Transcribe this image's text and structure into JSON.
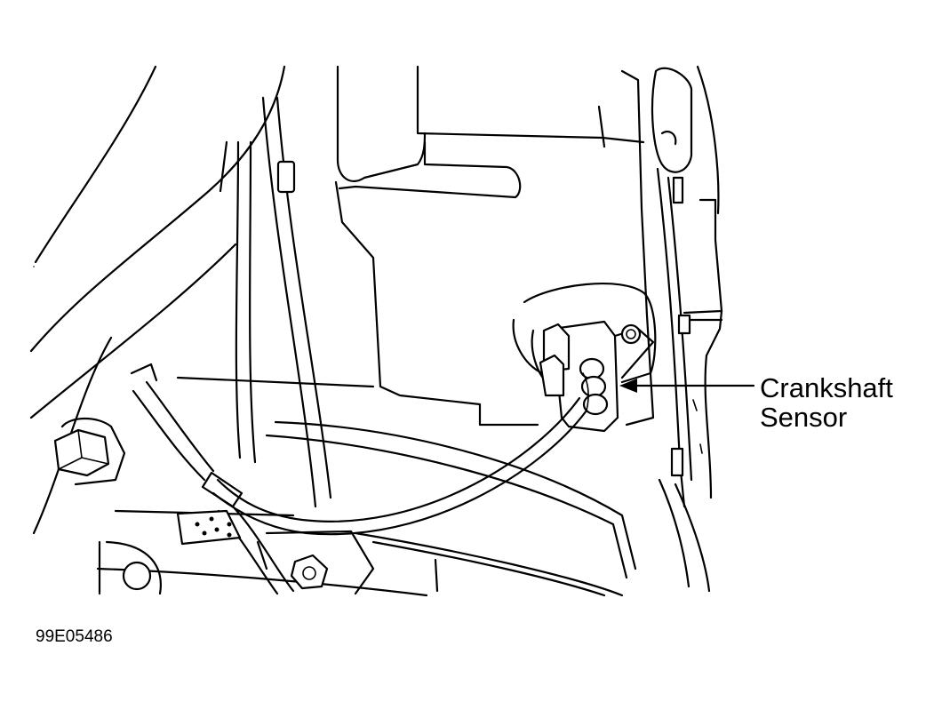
{
  "callout": {
    "line1": "Crankshaft",
    "line2": "Sensor"
  },
  "figure_id": "99E05486",
  "colors": {
    "line": "#000000",
    "background": "#ffffff"
  }
}
